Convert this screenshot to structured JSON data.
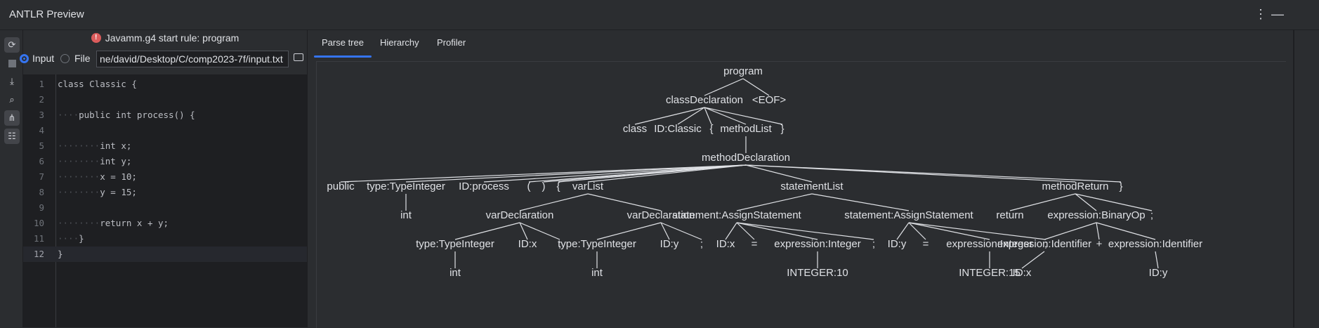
{
  "window": {
    "title": "ANTLR Preview",
    "more_icon": "⋮",
    "minimize_icon": "—"
  },
  "toolbar": {
    "icons": [
      "refresh-icon",
      "stop-icon",
      "export-icon",
      "zoom-icon",
      "tree-icon",
      "hierarchy-icon"
    ]
  },
  "grammar": {
    "header": "Javamm.g4 start rule: program",
    "error_badge": "!"
  },
  "source": {
    "input_label": "Input",
    "file_label": "File",
    "path": "ne/david/Desktop/C/comp2023-7f/input.txt"
  },
  "editor": {
    "lines": [
      {
        "n": "1",
        "code": "class Classic {"
      },
      {
        "n": "2",
        "code": ""
      },
      {
        "n": "3",
        "code": "····public int process() {"
      },
      {
        "n": "4",
        "code": ""
      },
      {
        "n": "5",
        "code": "········int x;"
      },
      {
        "n": "6",
        "code": "········int y;"
      },
      {
        "n": "7",
        "code": "········x = 10;"
      },
      {
        "n": "8",
        "code": "········y = 15;"
      },
      {
        "n": "9",
        "code": ""
      },
      {
        "n": "10",
        "code": "········return x + y;"
      },
      {
        "n": "11",
        "code": "····}"
      },
      {
        "n": "12",
        "code": "}"
      }
    ],
    "current_line": "12"
  },
  "tabs": [
    {
      "label": "Parse tree",
      "active": true
    },
    {
      "label": "Hierarchy",
      "active": false
    },
    {
      "label": "Profiler",
      "active": false
    }
  ],
  "parse_tree": {
    "program": "program",
    "classDeclaration": "classDeclaration",
    "eof": "<EOF>",
    "class_kw": "class",
    "class_id": "ID:Classic",
    "lbrace": "{",
    "methodList": "methodList",
    "rbrace": "}",
    "methodDeclaration": "methodDeclaration",
    "public_kw": "public",
    "type_int": "type:TypeInteger",
    "id_process": "ID:process",
    "lparen": "(",
    "rparen": ")",
    "m_lbrace": "{",
    "varList": "varList",
    "statementList": "statementList",
    "methodReturn": "methodReturn",
    "m_rbrace": "}",
    "int_tok": "int",
    "varDecl1": "varDeclaration",
    "varDecl2": "varDeclaration",
    "stmt1": "statement:AssignStatement",
    "stmt2": "statement:AssignStatement",
    "return_kw": "return",
    "binop": "expression:BinaryOp",
    "semi": ";",
    "vd1_type": "type:TypeInteger",
    "vd1_id": "ID:x",
    "vd1_semi": ";",
    "vd2_type": "type:TypeInteger",
    "vd2_id": "ID:y",
    "vd2_semi": ";",
    "s1_id": "ID:x",
    "s1_eq": "=",
    "s1_expr": "expression:Integer",
    "s1_semi": ";",
    "s2_id": "ID:y",
    "s2_eq": "=",
    "s2_expr": "expression:Integer",
    "s2_semi": ";",
    "b_left": "expression:Identifier",
    "b_plus": "+",
    "b_right": "expression:Identifier",
    "vd1_int": "int",
    "vd2_int": "int",
    "int10": "INTEGER:10",
    "int15": "INTEGER:15",
    "idx": "ID:x",
    "idy": "ID:y"
  }
}
